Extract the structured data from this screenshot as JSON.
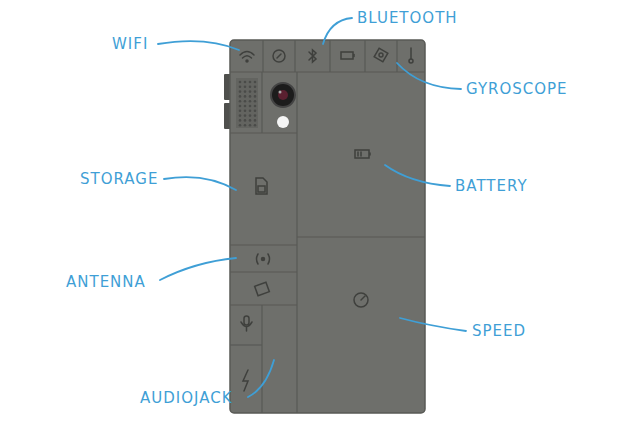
{
  "diagram": {
    "labels": [
      "BLUETOOTH",
      "WIFI",
      "GYROSCOPE",
      "STORAGE",
      "BATTERY",
      "ANTENNA",
      "SPEED",
      "AUDIOJACK"
    ]
  }
}
